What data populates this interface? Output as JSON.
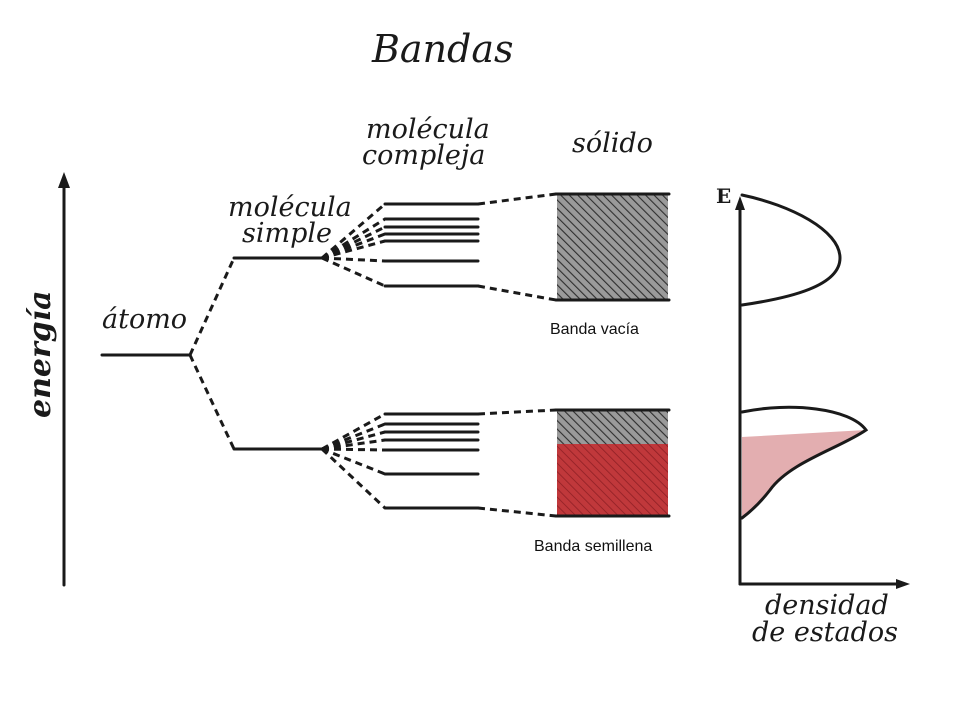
{
  "title": "Bandas",
  "labels": {
    "atom": "átomo",
    "simple_1": "molécula",
    "simple_2": "simple",
    "complex_1": "molécula",
    "complex_2": "compleja",
    "solid": "sólido",
    "energy_axis": "energía",
    "dos_axis_E": "E",
    "dos_1": "densidad",
    "dos_2": "de estados",
    "empty_band": "Banda vacía",
    "half_filled_band": "Banda semillena"
  },
  "colors": {
    "ink": "#1a1a1a",
    "filled_band": "#c0383b",
    "filled_dos": "#e3aeb0",
    "hatch": "#555555"
  }
}
